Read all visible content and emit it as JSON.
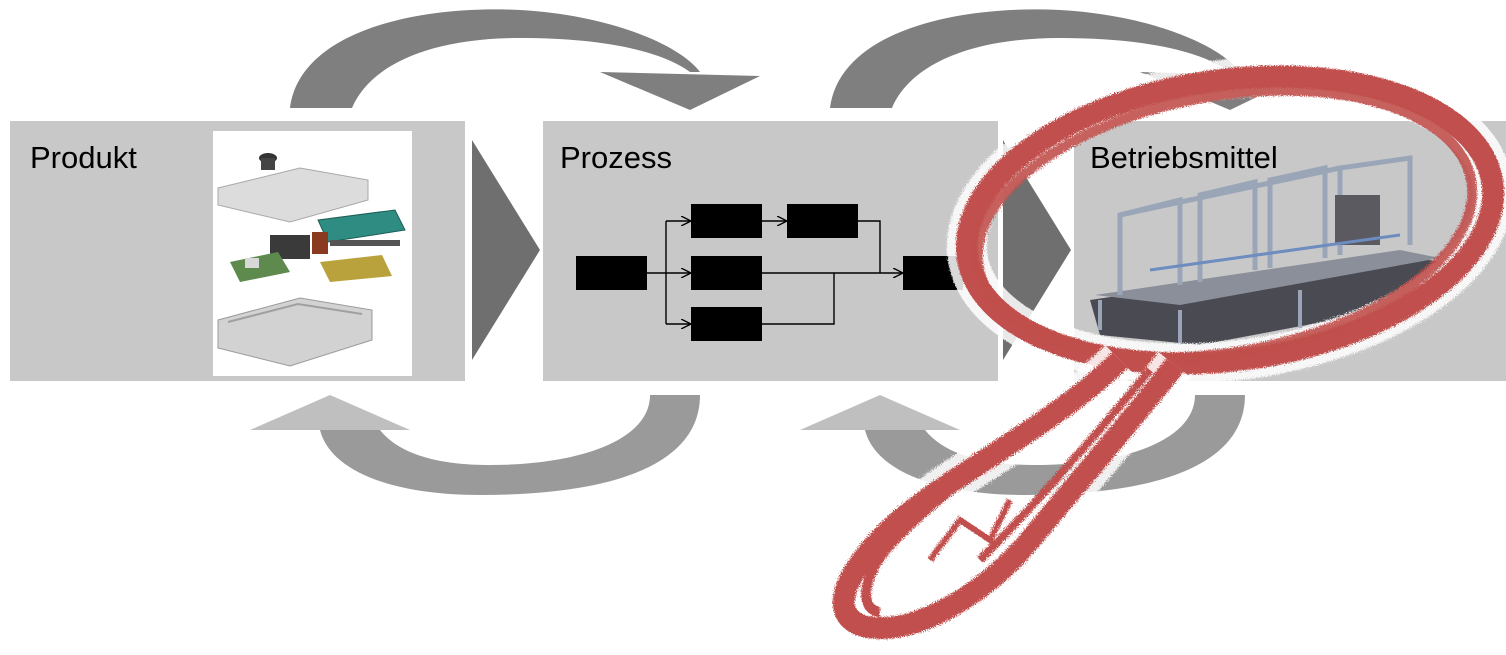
{
  "diagram": {
    "stages": [
      {
        "id": "produkt",
        "label": "Produkt"
      },
      {
        "id": "prozess",
        "label": "Prozess"
      },
      {
        "id": "betriebsmittel",
        "label": "Betriebsmittel"
      }
    ],
    "colors": {
      "box": "#c8c8c8",
      "arrow_dark": "#7f7f7f",
      "arrow_mid": "#9a9a9a",
      "arrow_light": "#bfbfbf",
      "magnifier": "#c0504d",
      "process_node": "#000000"
    },
    "icons": {
      "product_image": "exploded-product-assembly",
      "equipment_image": "assembly-line-machine",
      "magnifier": "magnifying-glass-sketch"
    }
  }
}
